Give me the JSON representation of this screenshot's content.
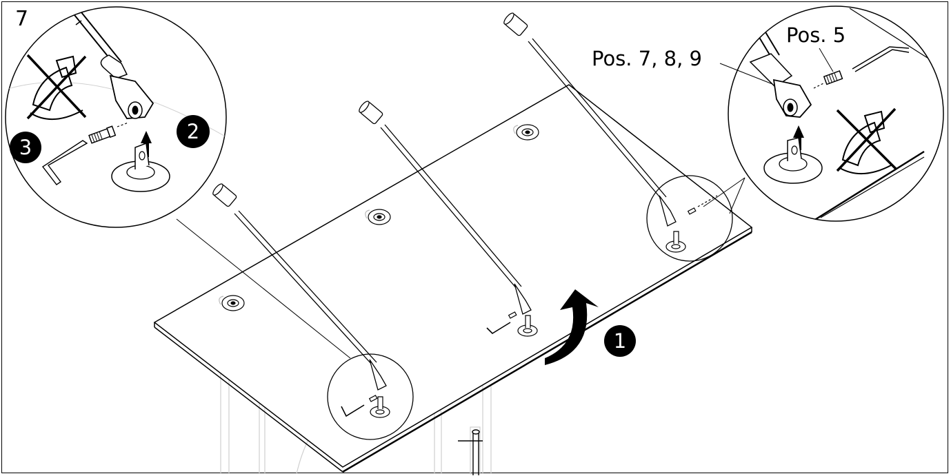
{
  "step": {
    "number": "7"
  },
  "callouts": {
    "position_7_8_9": "Pos. 7, 8, 9",
    "position_5": "Pos. 5"
  },
  "badges": {
    "one": "1",
    "two": "2",
    "three": "3"
  },
  "icons": [
    "no-hand-tightening-icon",
    "rotate-arrow-icon",
    "lift-arrow-icon",
    "allen-key-icon",
    "screw-icon"
  ],
  "colors": {
    "line": "#000000",
    "light_line": "#c8c8c8",
    "badge": "#000000"
  }
}
